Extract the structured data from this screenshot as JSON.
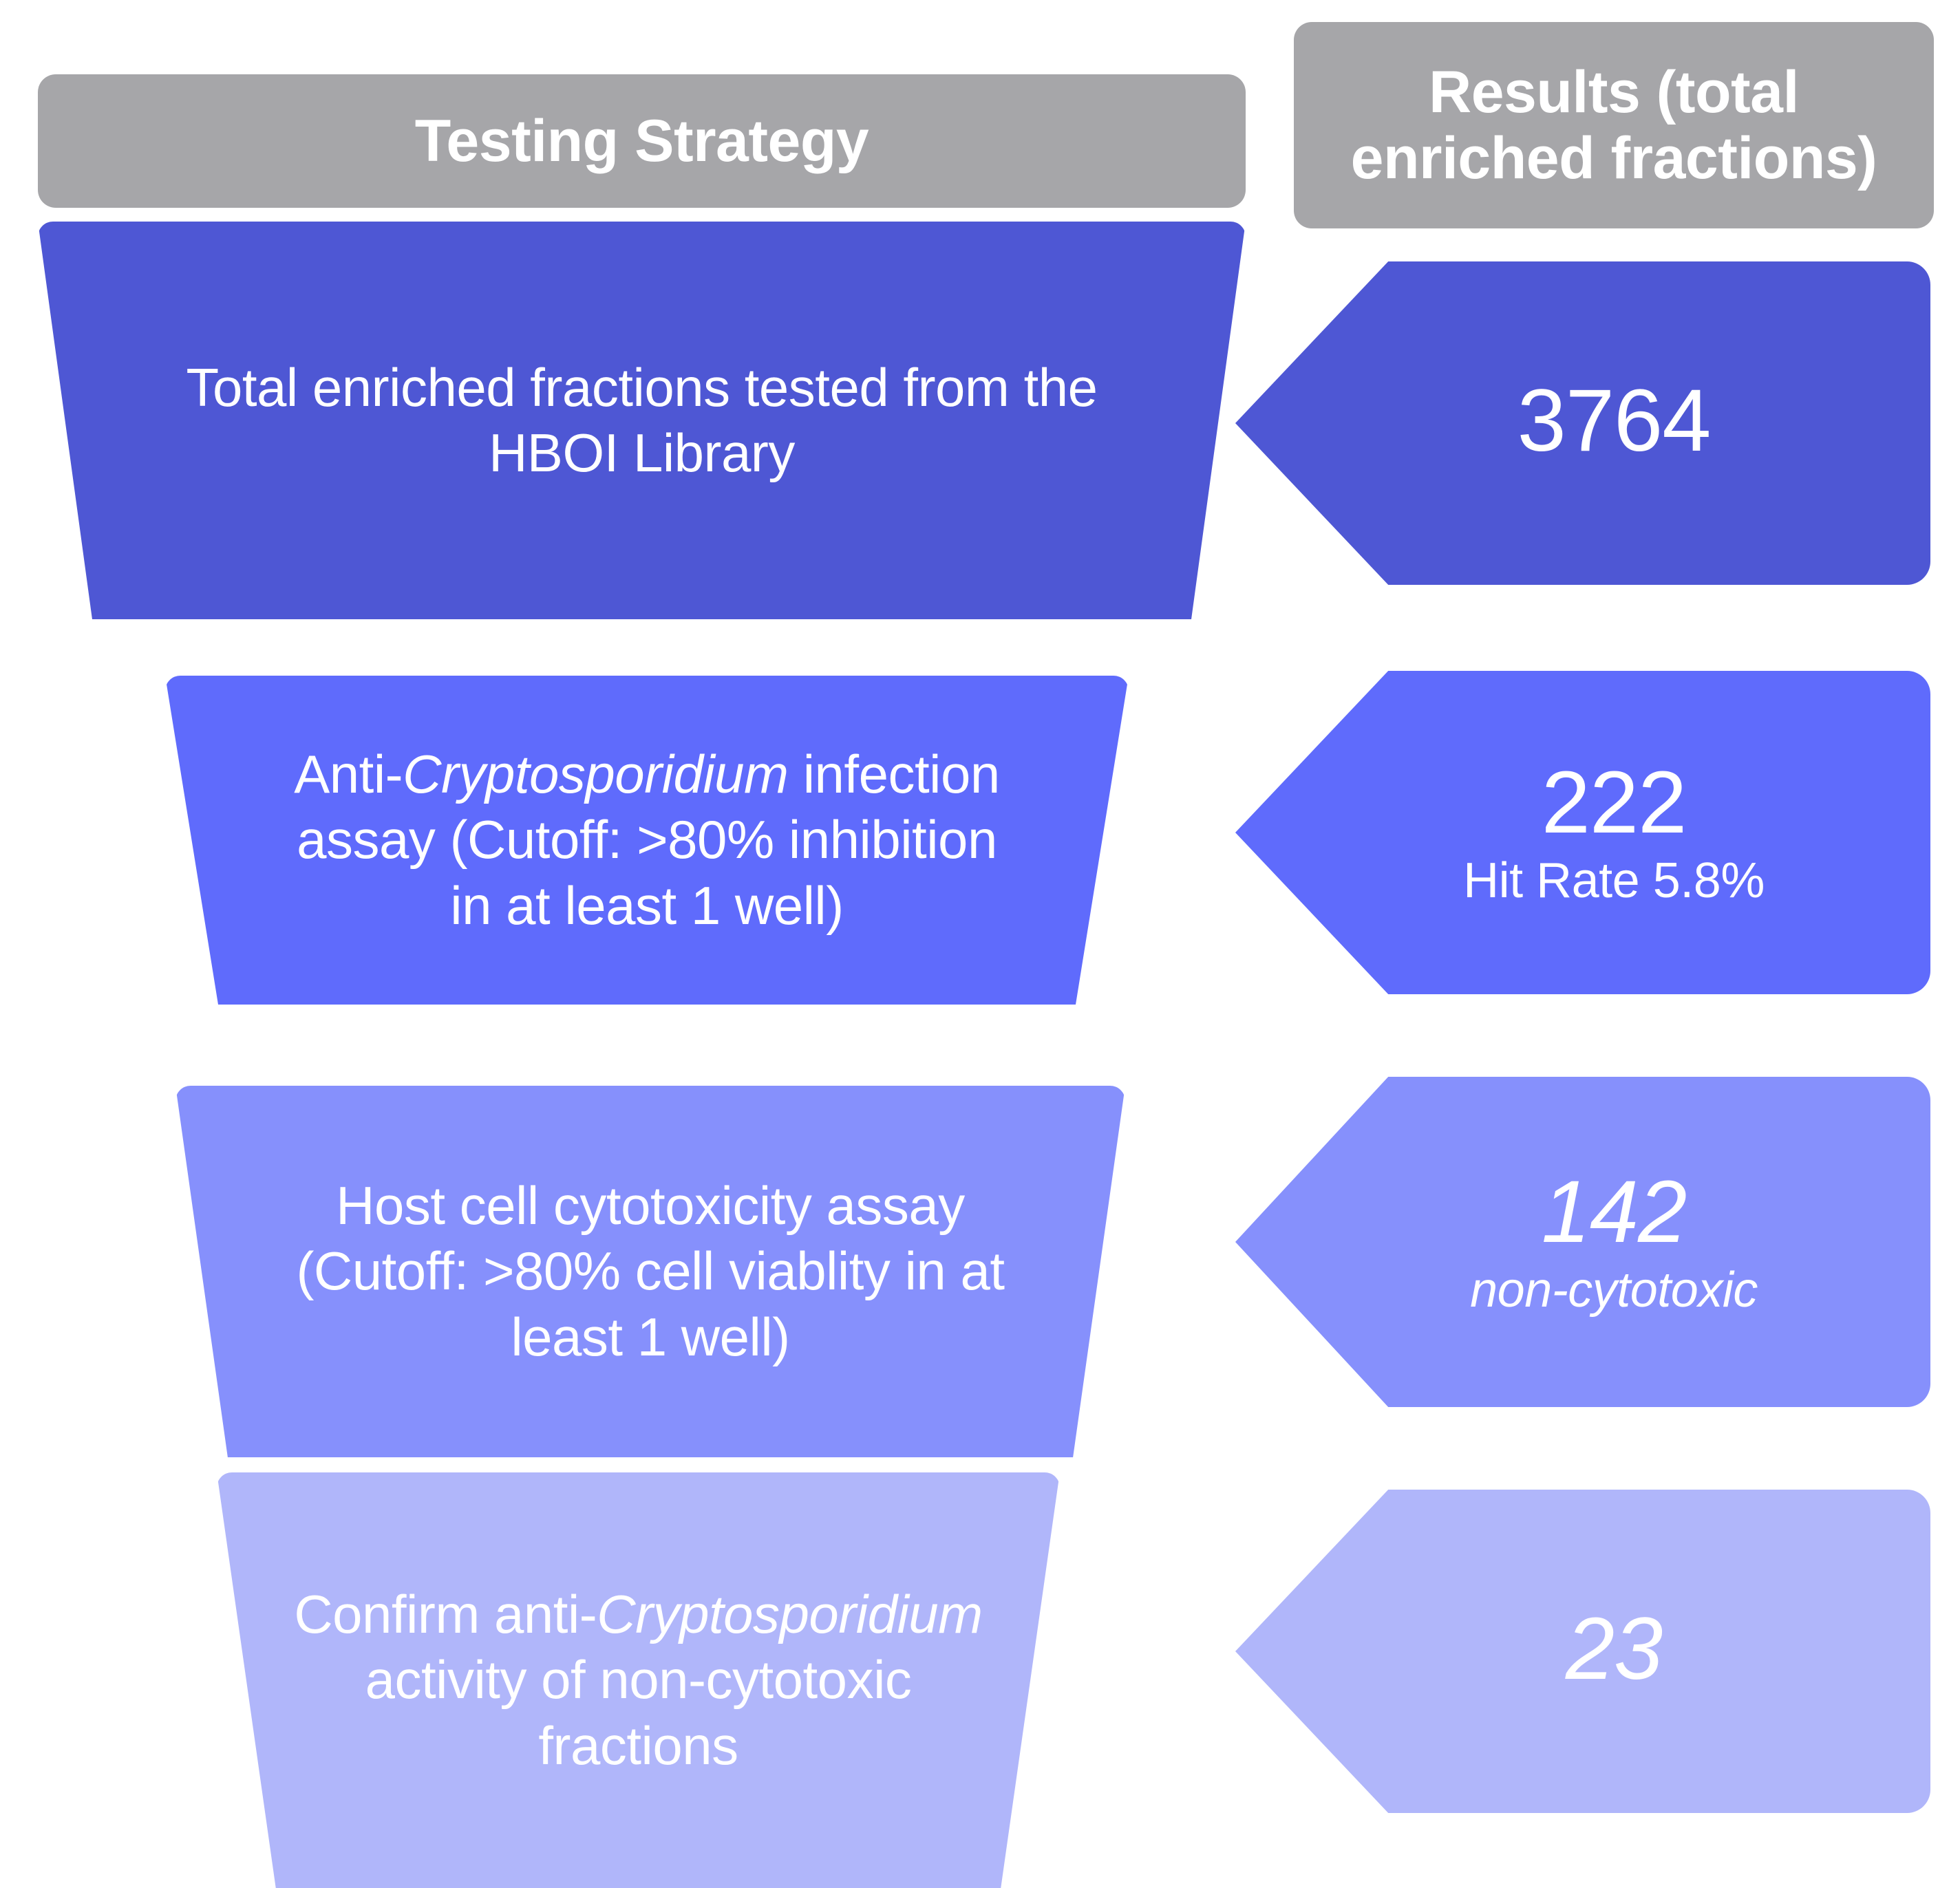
{
  "header": {
    "strategy_label": "Testing Strategy",
    "results_label": "Results (total enriched fractions)",
    "bar_color": "#a6a6a9"
  },
  "chart_data": {
    "type": "funnel",
    "title": "Testing Strategy",
    "columns": [
      "Testing Strategy",
      "Results (total enriched fractions)"
    ],
    "categories": [
      "Total enriched fractions tested from the HBOI Library",
      "Anti-Cryptosporidium infection assay (Cutoff: >80% inhibition in at least 1 well)",
      "Host cell cytotoxicity assay (Cutoff: >80% cell viablity in at least 1 well)",
      "Confirm anti-Cryptosporidium activity of non-cytotoxic fractions"
    ],
    "values": [
      3764,
      222,
      142,
      23
    ],
    "value_labels": [
      "3764",
      "222",
      "142",
      "23"
    ],
    "sub_labels": [
      "",
      "Hit Rate 5.8%",
      "non-cytotoxic",
      ""
    ],
    "colors": [
      "#4e57d4",
      "#5f6bfc",
      "#8690fc",
      "#b0b6fa"
    ],
    "annotations": [
      "Hit Rate 5.8%"
    ],
    "legend": null,
    "grid": false
  },
  "stages": [
    {
      "id": "stage-1",
      "text_pre": "Total enriched fractions tested from the HBOI Library",
      "text_italic": "",
      "text_post": "",
      "color": "#4e57d4",
      "result_value": "3764",
      "result_sub": "",
      "result_value_italic": false,
      "result_sub_italic": false
    },
    {
      "id": "stage-2",
      "text_pre": "Anti-",
      "text_italic": "Cryptosporidium",
      "text_post": " infection assay (Cutoff: >80% inhibition in at least 1 well)",
      "color": "#5f6bfc",
      "result_value": "222",
      "result_sub": "Hit Rate 5.8%",
      "result_value_italic": false,
      "result_sub_italic": false
    },
    {
      "id": "stage-3",
      "text_pre": "Host cell cytotoxicity assay (Cutoff: >80% cell viablity in at least 1 well)",
      "text_italic": "",
      "text_post": "",
      "color": "#8690fc",
      "result_value": "142",
      "result_sub": "non-cytotoxic",
      "result_value_italic": true,
      "result_sub_italic": true
    },
    {
      "id": "stage-4",
      "text_pre": "Confirm anti-",
      "text_italic": "Cryptosporidium",
      "text_post": " activity of non-cytotoxic fractions",
      "color": "#b0b6fa",
      "result_value": "23",
      "result_sub": "",
      "result_value_italic": true,
      "result_sub_italic": false
    }
  ]
}
